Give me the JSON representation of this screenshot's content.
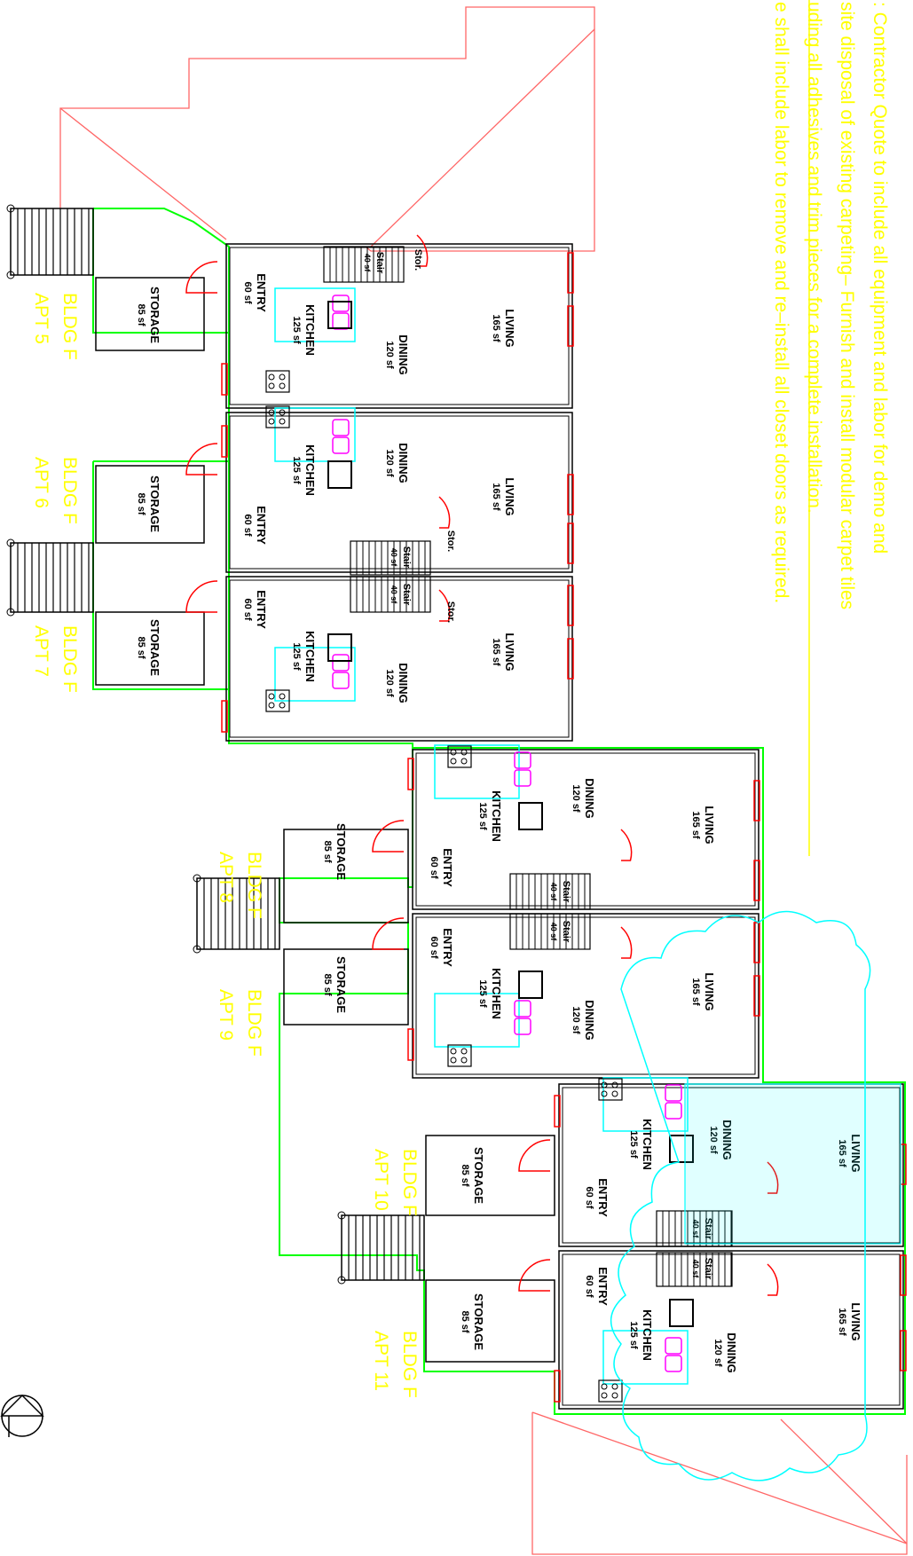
{
  "note": {
    "lines": [
      ": Contractor Quote to include all equipment and labor for demo and",
      "site disposal of existing carpeting– Furnish and install modular carpet tiles",
      "uding all adhesives and trim pieces for a complete installation.",
      "e shall include labor to remove and re–install all closet doors as required."
    ]
  },
  "rooms": {
    "living": "LIVING",
    "living_sf": "165 sf",
    "dining": "DINING",
    "dining_sf": "120 sf",
    "kitchen": "KITCHEN",
    "kitchen_sf": "125 sf",
    "entry": "ENTRY",
    "entry_sf": "60 sf",
    "storage": "STORAGE",
    "storage_sf": "85 sf",
    "stair": "Stair",
    "stair_sf": "40 sf",
    "stor": "Stor."
  },
  "units": [
    {
      "bldg": "BLDG F",
      "apt": "APT 5"
    },
    {
      "bldg": "BLDG F",
      "apt": "APT 6"
    },
    {
      "bldg": "BLDG F",
      "apt": "APT 7"
    },
    {
      "bldg": "BLDG F",
      "apt": "APT 8"
    },
    {
      "bldg": "BLDG F",
      "apt": "APT 9"
    },
    {
      "bldg": "BLDG F",
      "apt": "APT 10"
    },
    {
      "bldg": "BLDG F",
      "apt": "APT 11"
    }
  ],
  "colors": {
    "background": "#ffffff",
    "wall": "#000000",
    "outline": "#00ff00",
    "door": "#ff0000",
    "window": "#ff0000",
    "roof": "#ff6666",
    "counter": "#00ffff",
    "sink": "#ff00ff",
    "label": "#ffff00",
    "revision_cloud": "#00ffff"
  },
  "icons": [
    "north-arrow-icon",
    "stove-icon",
    "sink-icon",
    "refrigerator-icon",
    "exterior-stair-icon",
    "revision-cloud-icon"
  ]
}
